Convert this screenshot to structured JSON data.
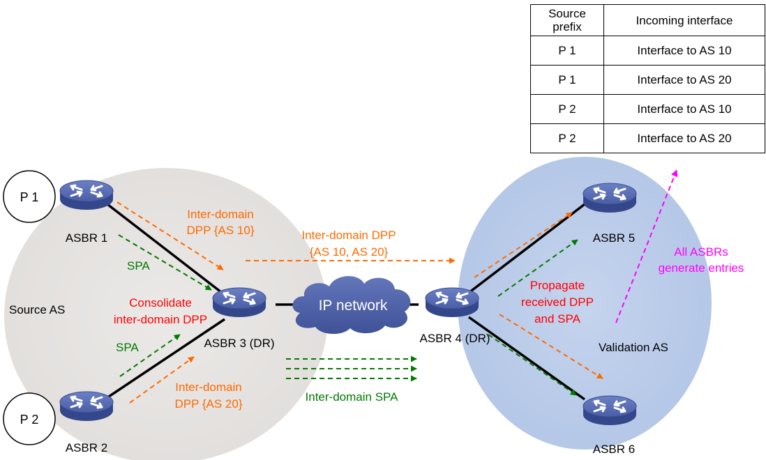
{
  "table": {
    "headers": [
      "Source\nprefix",
      "Incoming interface"
    ],
    "rows": [
      [
        "P 1",
        "Interface to AS 10"
      ],
      [
        "P 1",
        "Interface to AS 20"
      ],
      [
        "P 2",
        "Interface to AS 10"
      ],
      [
        "P 2",
        "Interface to AS 20"
      ]
    ]
  },
  "areas": {
    "source": "Source AS",
    "validation": "Validation AS"
  },
  "prefixes": {
    "p1": "P 1",
    "p2": "P 2"
  },
  "routers": {
    "asbr1": "ASBR 1",
    "asbr2": "ASBR 2",
    "asbr3": "ASBR 3 (DR)",
    "asbr4": "ASBR 4 (DR)",
    "asbr5": "ASBR 5",
    "asbr6": "ASBR 6"
  },
  "cloud": "IP network",
  "labels": {
    "dpp_as10": [
      "Inter-domain",
      "DPP {AS 10}"
    ],
    "dpp_as20": [
      "Inter-domain",
      "DPP {AS 20}"
    ],
    "dpp_both": [
      "Inter-domain DPP",
      "{AS 10, AS 20}"
    ],
    "spa1": "SPA",
    "spa2": "SPA",
    "inter_spa": "Inter-domain SPA",
    "consolidate": [
      "Consolidate",
      "inter-domain DPP"
    ],
    "propagate": [
      "Propagate",
      "received DPP",
      "and SPA"
    ],
    "all_asbrs": [
      "All ASBRs",
      "generate entries"
    ]
  },
  "colors": {
    "dpp": "#ff6a00",
    "spa": "#007a00",
    "note": "#ff0000",
    "entries": "#ff00ff",
    "source_area": "#e6e3e1",
    "validation_area": "#b9cbe8",
    "router": "#4a5fa8",
    "cloud": "#4f62a6"
  },
  "icons": [
    "router-icon",
    "cloud-icon"
  ]
}
